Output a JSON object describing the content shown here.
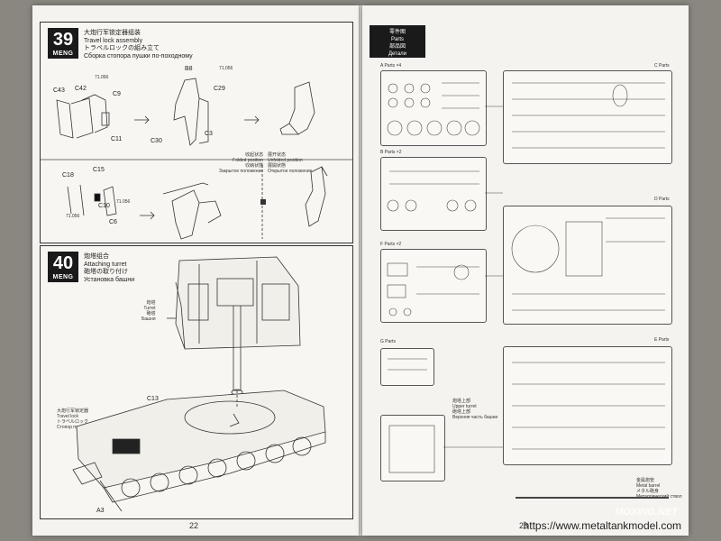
{
  "left_page": {
    "page_number": "22",
    "step39": {
      "number": "39",
      "brand": "MENG",
      "title_cn": "大炮行军锁定器组装",
      "title_en": "Travel lock assembly",
      "title_jp": "トラベルロックの組み立て",
      "title_ru": "Сборка стопора пушки по-походному",
      "labels": [
        "C43",
        "C42",
        "C9",
        "C11",
        "C30",
        "C3",
        "C29",
        "B8",
        "C18",
        "C15",
        "C10",
        "C6"
      ],
      "paint_codes": [
        "71.056",
        "71.056",
        "71.056",
        "71.056"
      ],
      "fixed_cn": "收起状态",
      "fixed_en": "Folded position",
      "fixed_jp": "収納状態",
      "fixed_ru": "Закрытое положение",
      "unfixed_cn": "展开状态",
      "unfixed_en": "Unfolded position",
      "unfixed_jp": "展開状態",
      "unfixed_ru": "Открытое положение"
    },
    "step40": {
      "number": "40",
      "brand": "MENG",
      "title_cn": "炮塔组合",
      "title_en": "Attaching turret",
      "title_jp": "砲塔の取り付け",
      "title_ru": "Установка башни",
      "turret_cn": "炮塔",
      "turret_en": "Turret",
      "turret_jp": "砲塔",
      "turret_ru": "Башня",
      "lock_cn": "大炮行军锁定器",
      "lock_en": "Travel lock",
      "lock_jp": "トラベルロック",
      "lock_ru": "Стопор пушки по-походному",
      "labels": [
        "C13",
        "A3"
      ]
    }
  },
  "right_page": {
    "page_number": "23",
    "header_cn": "零件图",
    "header_en": "Parts",
    "header_jp": "部品図",
    "header_ru": "Детали",
    "sprues": [
      {
        "label": "A Parts ×4"
      },
      {
        "label": "B Parts ×2"
      },
      {
        "label": "F Parts ×2"
      },
      {
        "label": "G Parts"
      },
      {
        "label": "C Parts"
      },
      {
        "label": "D Parts"
      },
      {
        "label": "E Parts"
      }
    ],
    "upper_turret_cn": "炮塔上部",
    "upper_turret_en": "Upper turret",
    "upper_turret_jp": "砲塔上部",
    "upper_turret_ru": "Верхняя часть башни",
    "metal_turret_cn": "金属炮管",
    "metal_turret_en": "Metal barrel",
    "metal_turret_jp": "メタル砲身",
    "metal_turret_ru": "Металлический ствол"
  },
  "watermark": {
    "logo": "MOXING.NET",
    "url": "https://www.metaltankmodel.com"
  }
}
